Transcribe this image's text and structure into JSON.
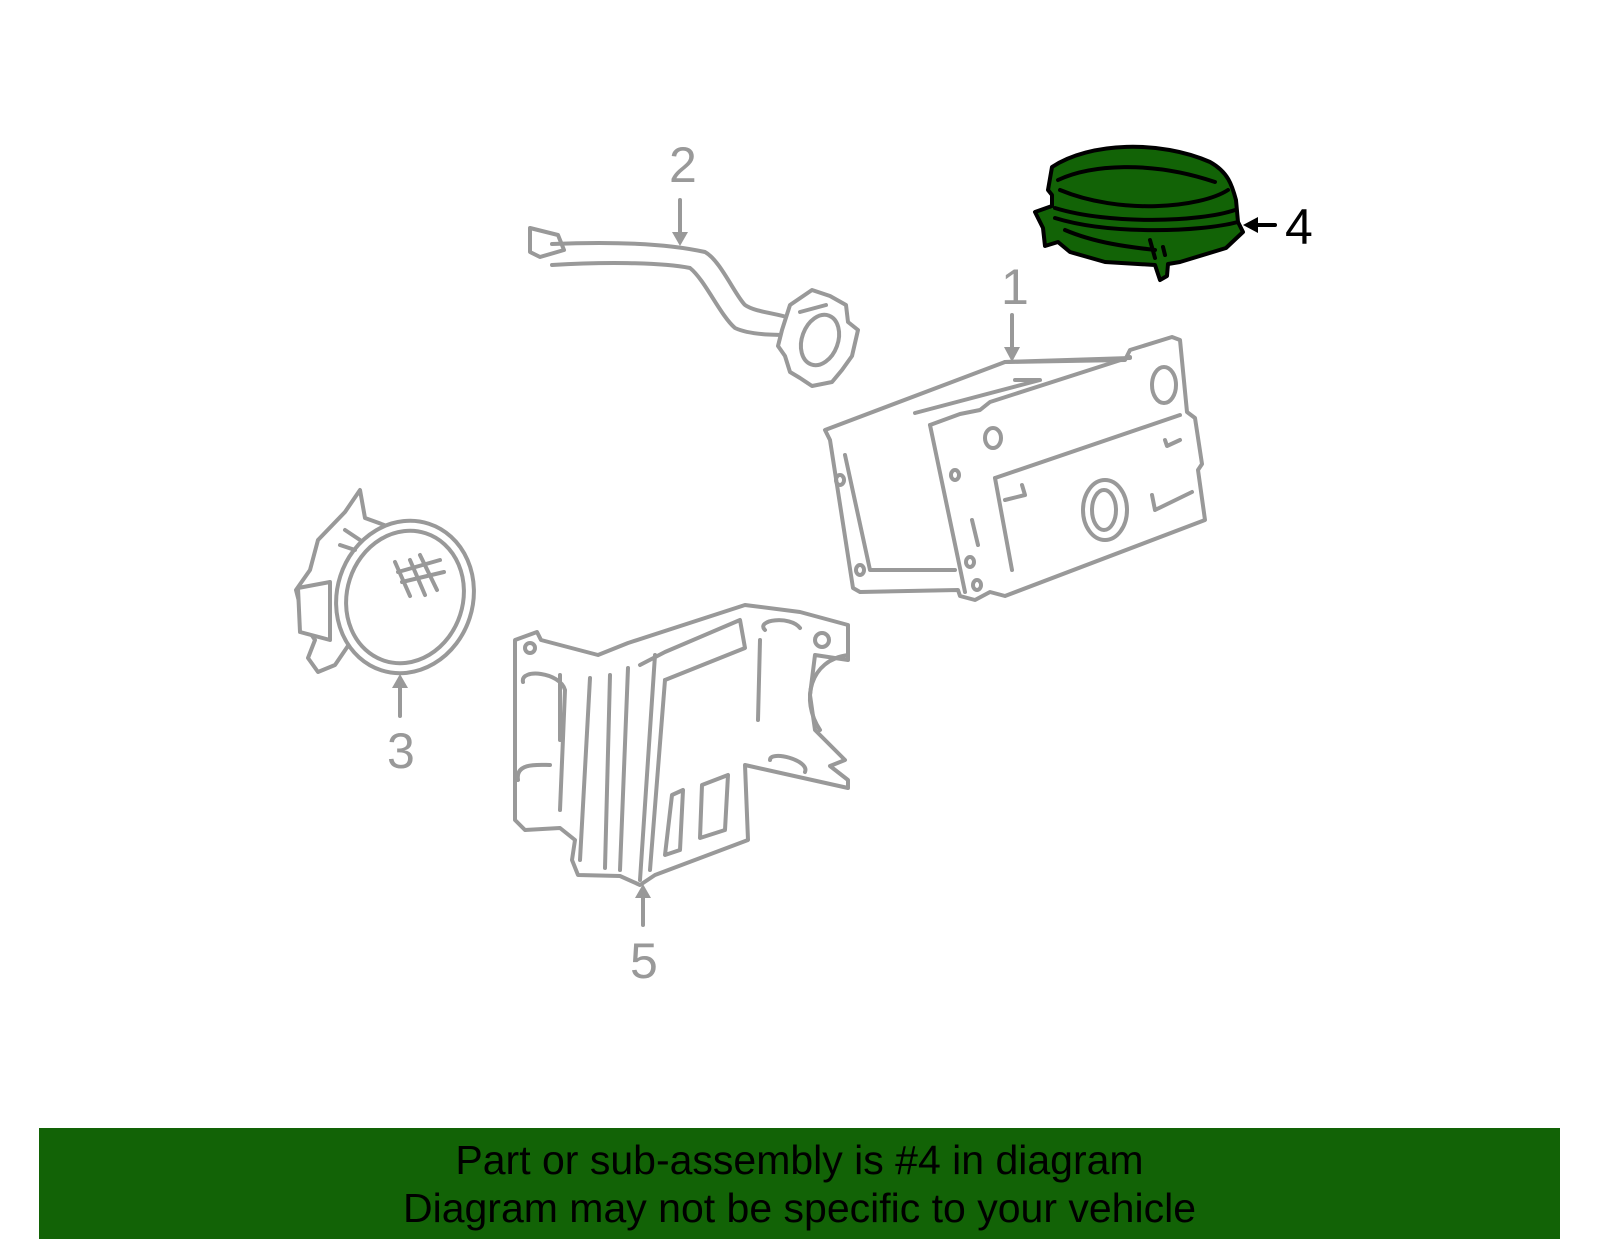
{
  "diagram": {
    "colors": {
      "outline": "#999999",
      "highlight_fill": "#126306",
      "highlight_stroke": "#000000",
      "banner_bg": "#126306",
      "banner_text": "#000000"
    },
    "highlighted_part": "4",
    "callouts": [
      {
        "number": "1",
        "part": "radio-receiver-unit",
        "highlighted": false
      },
      {
        "number": "2",
        "part": "antenna-cable-with-mount",
        "highlighted": false
      },
      {
        "number": "3",
        "part": "speaker",
        "highlighted": false
      },
      {
        "number": "4",
        "part": "speaker-cover-cap",
        "highlighted": true
      },
      {
        "number": "5",
        "part": "amplifier-module-with-bracket",
        "highlighted": false
      }
    ]
  },
  "banner": {
    "line1": "Part or sub-assembly is #4 in diagram",
    "line2": "Diagram may not be specific to your vehicle"
  }
}
